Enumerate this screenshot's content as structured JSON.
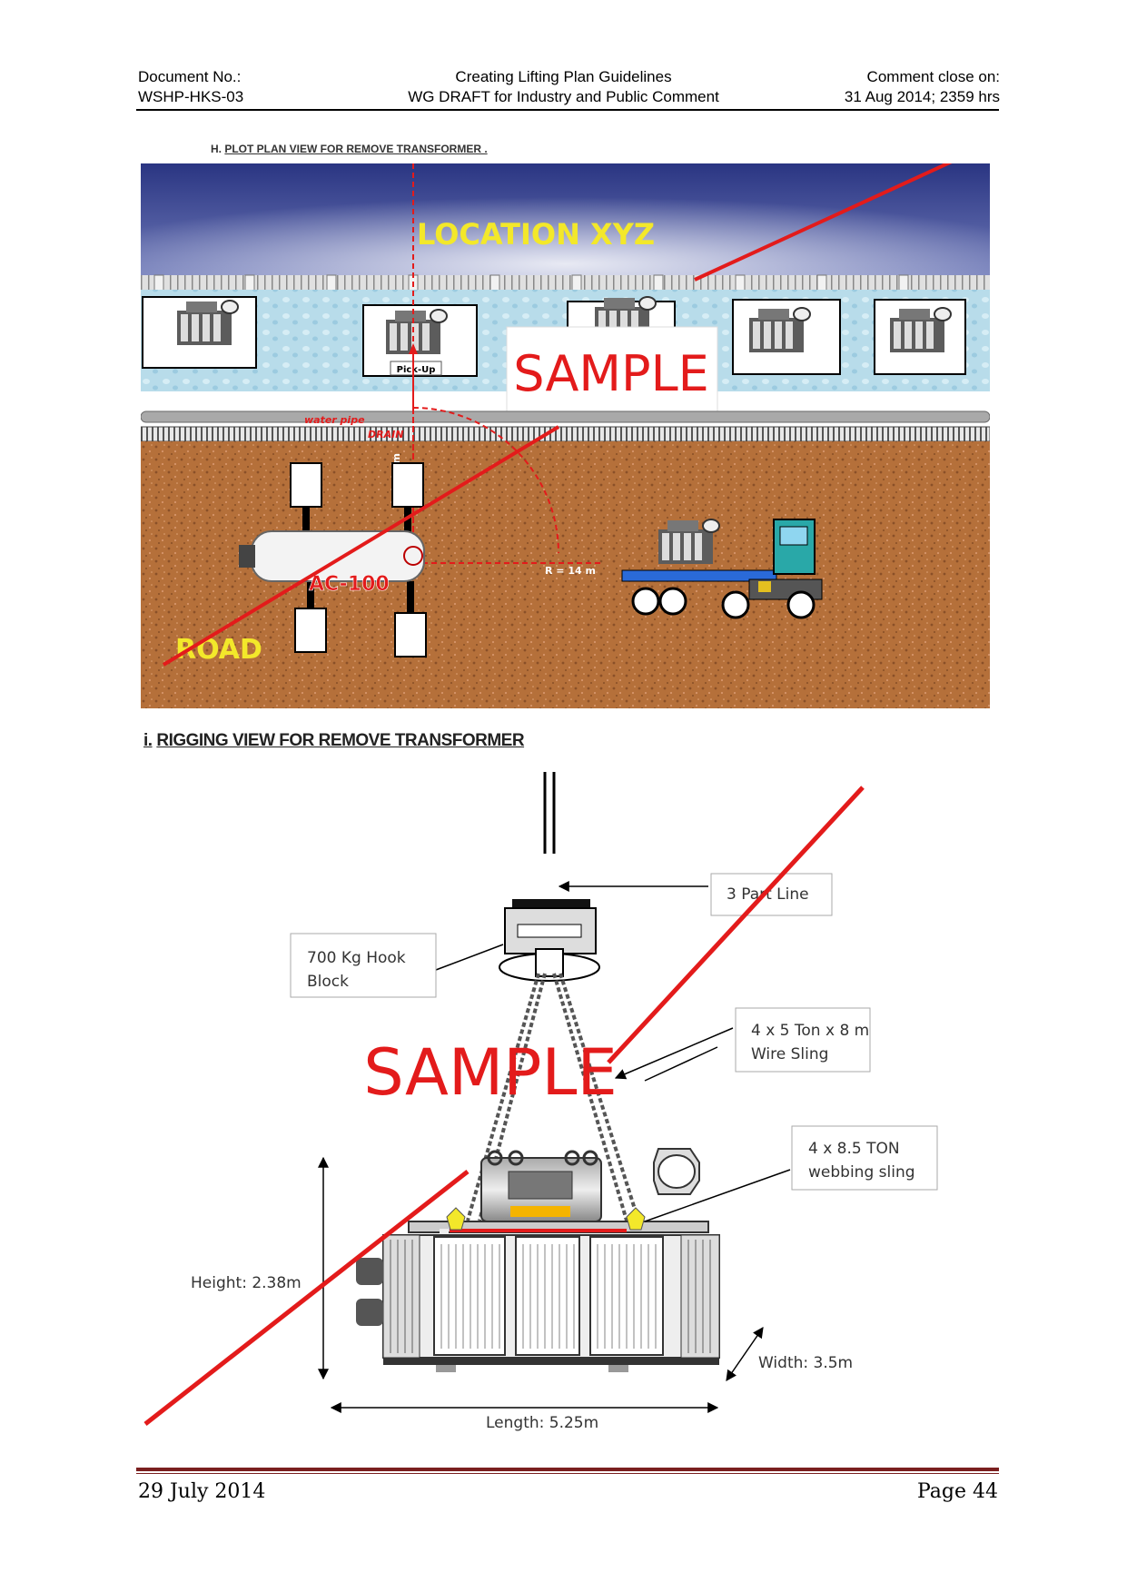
{
  "header": {
    "doc_no_label": "Document No.:",
    "doc_no": "WSHP-HKS-03",
    "title": "Creating Lifting Plan Guidelines",
    "subtitle": "WG DRAFT for Industry and Public Comment",
    "comment_label": "Comment close on:",
    "comment_date": "31 Aug 2014; 2359 hrs"
  },
  "section_h": {
    "prefix": "H.",
    "title": "PLOT PLAN VIEW FOR REMOVE  TRANSFORMER .",
    "location": "LOCATION  XYZ",
    "watermark": "SAMPLE",
    "pickup": "Pick-Up",
    "water_pipe": "water pipe",
    "drain": "DRAIN",
    "radius_vertical": "R = 14 m",
    "radius_horizontal": "R = 14 m",
    "crane": "AC-100",
    "road": "ROAD"
  },
  "section_i": {
    "prefix": "i.",
    "title": "RIGGING VIEW FOR REMOVE  TRANSFORMER",
    "watermark": "SAMPLE",
    "part_line": "3 Part Line",
    "hook_block_1": "700 Kg Hook",
    "hook_block_2": "Block",
    "wire_sling_1": "4 x 5 Ton x 8 m",
    "wire_sling_2": "Wire Sling",
    "webbing_1": "4 x 8.5 TON",
    "webbing_2": "webbing sling",
    "height": "Height: 2.38m",
    "width": "Width: 3.5m",
    "length": "Length: 5.25m"
  },
  "footer": {
    "date": "29 July 2014",
    "page": "Page 44"
  },
  "colors": {
    "sky": "#2a3582",
    "ground": "#b5703a",
    "water": "#b8dcea",
    "red": "#e31b1b",
    "yellow": "#f3e82a",
    "footer_rule": "#7a1f1f"
  }
}
